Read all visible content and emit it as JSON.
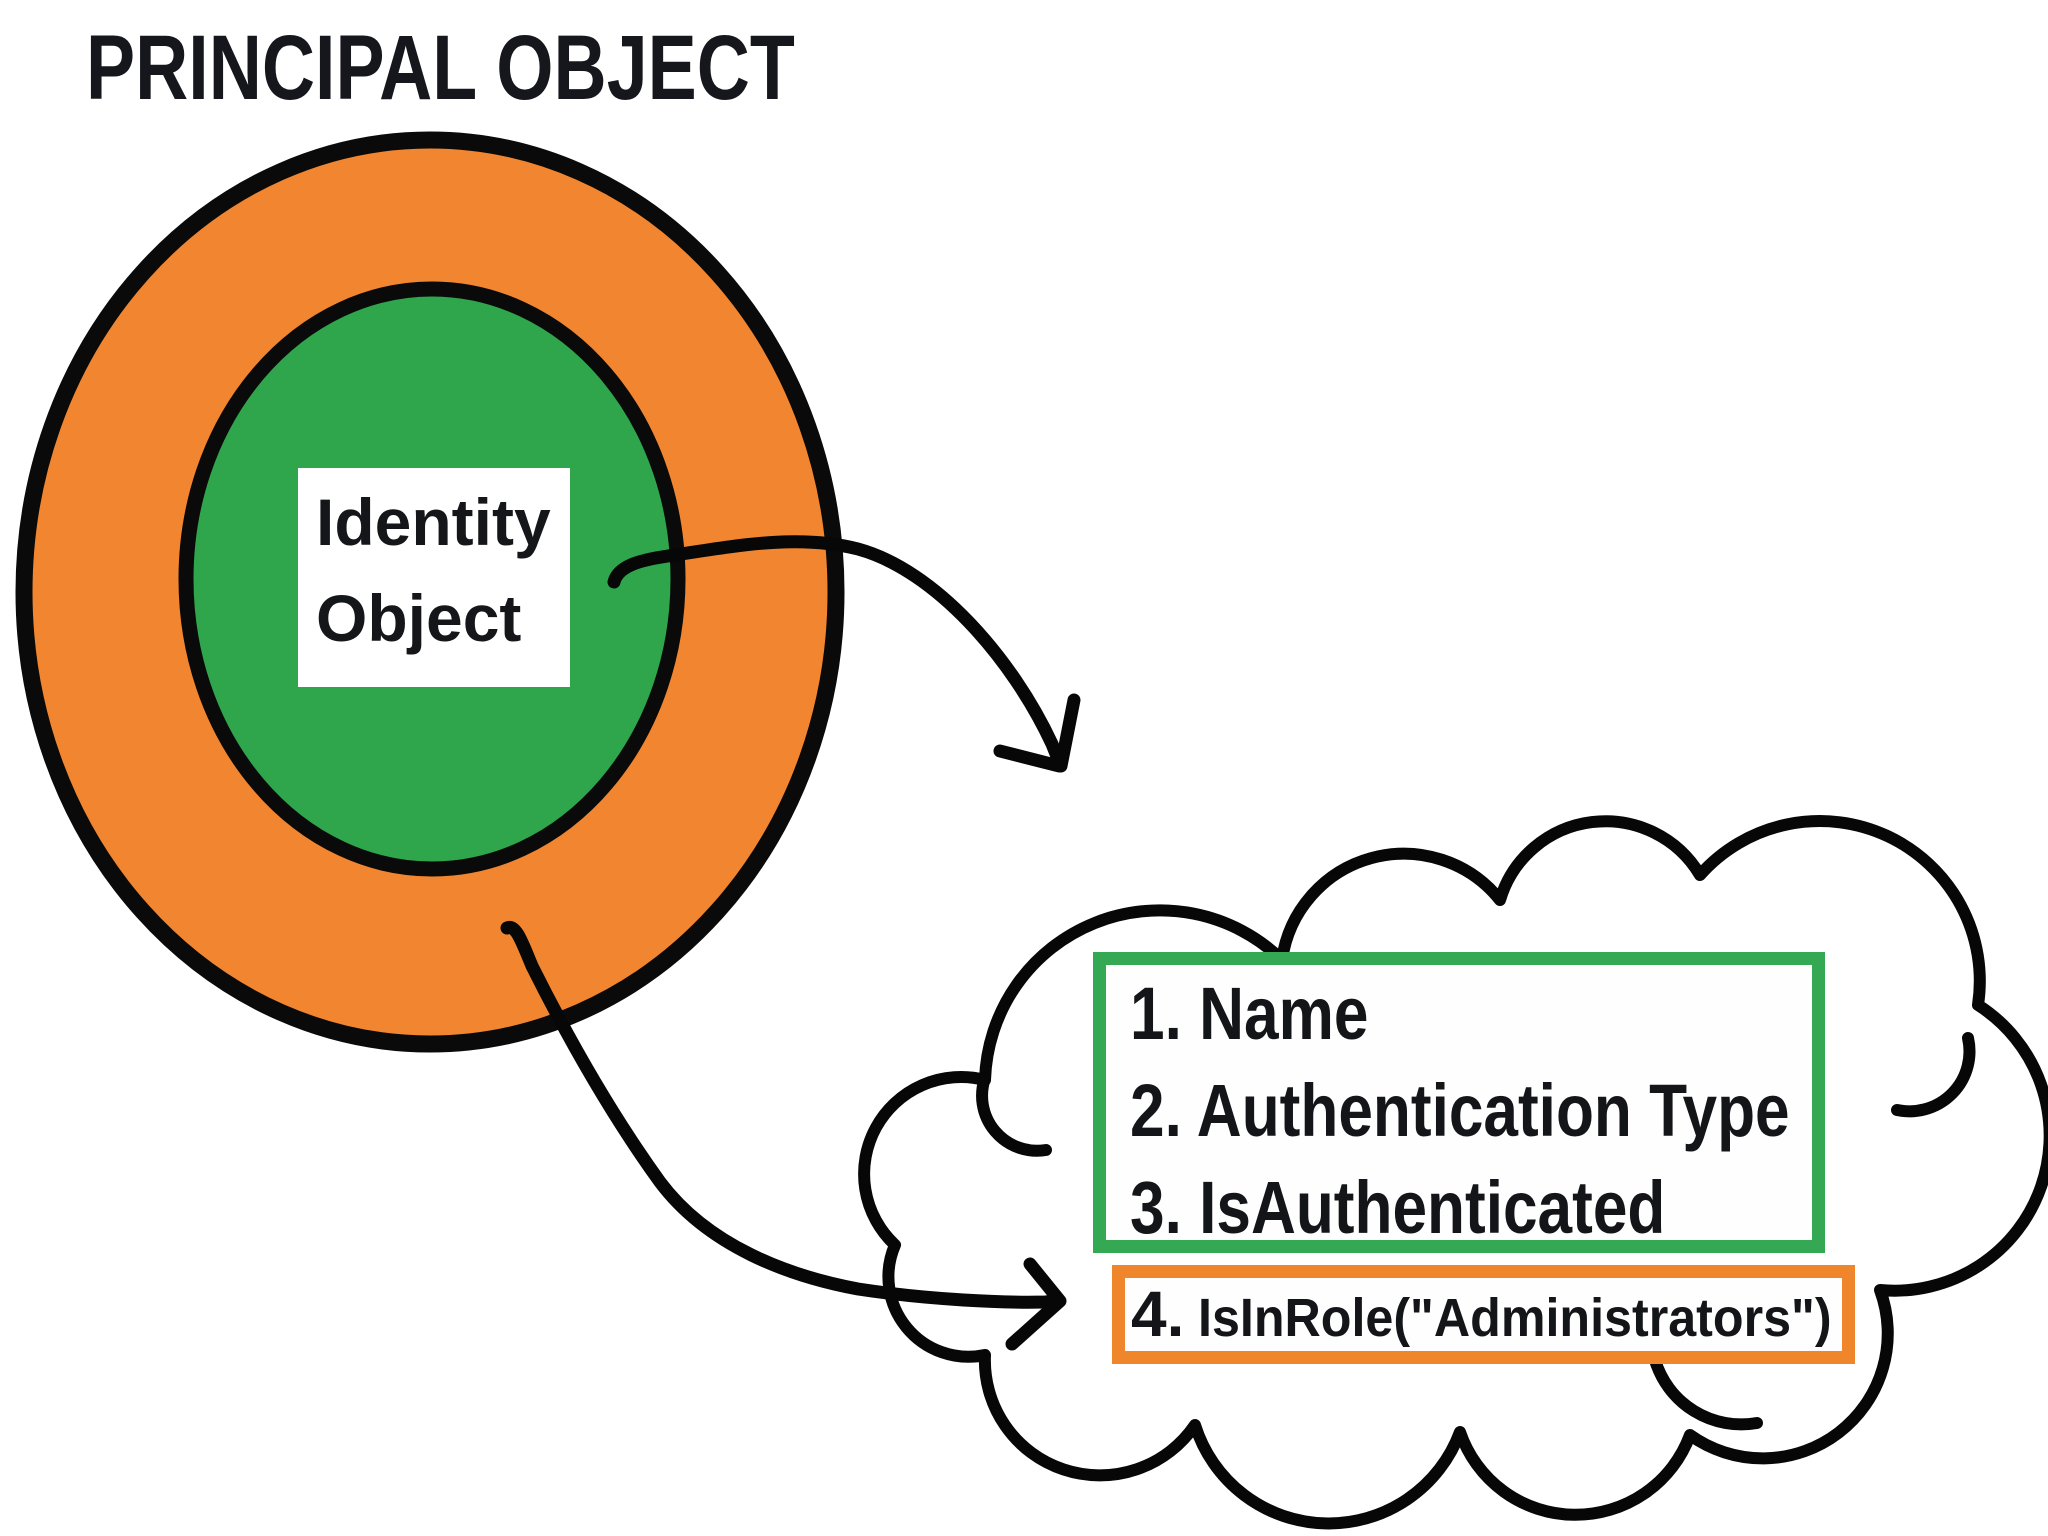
{
  "title": "PRINCIPAL OBJECT",
  "identity_label": {
    "line1": "Identity",
    "line2": "Object"
  },
  "cloud": {
    "green_items": [
      "1. Name",
      "2. Authentication Type",
      "3. IsAuthenticated"
    ],
    "orange_item_number": "4.",
    "orange_item_text": "IsInRole(\"Administrators\")"
  },
  "colors": {
    "ring_orange": "#F28530",
    "core_green": "#2FA64C",
    "green_box_border": "#34A853",
    "orange_box_border": "#F0862B",
    "stroke_black": "#0A0A0A"
  }
}
